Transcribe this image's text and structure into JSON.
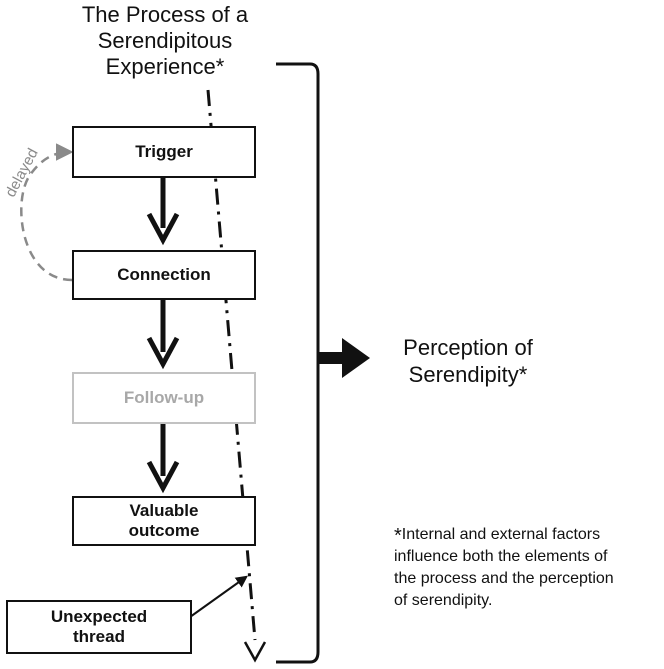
{
  "diagram": {
    "title_line1": "The Process of a",
    "title_line2": "Serendipitous",
    "title_line3": "Experience*",
    "steps": {
      "trigger": "Trigger",
      "connection": "Connection",
      "follow_up": "Follow-up",
      "valuable_outcome_line1": "Valuable",
      "valuable_outcome_line2": "outcome",
      "unexpected_thread_line1": "Unexpected",
      "unexpected_thread_line2": "thread"
    },
    "delayed_label": "delayed",
    "perception_line1": "Perception of",
    "perception_line2": "Serendipity*",
    "footnote_star": "*",
    "footnote_line1": "Internal and external factors",
    "footnote_line2": "influence both the elements of",
    "footnote_line3": "the process and the perception",
    "footnote_line4": "of serendipity."
  },
  "colors": {
    "line": "#111111",
    "faded_box": "#c2c2c2",
    "delayed": "#8a8a8a"
  }
}
